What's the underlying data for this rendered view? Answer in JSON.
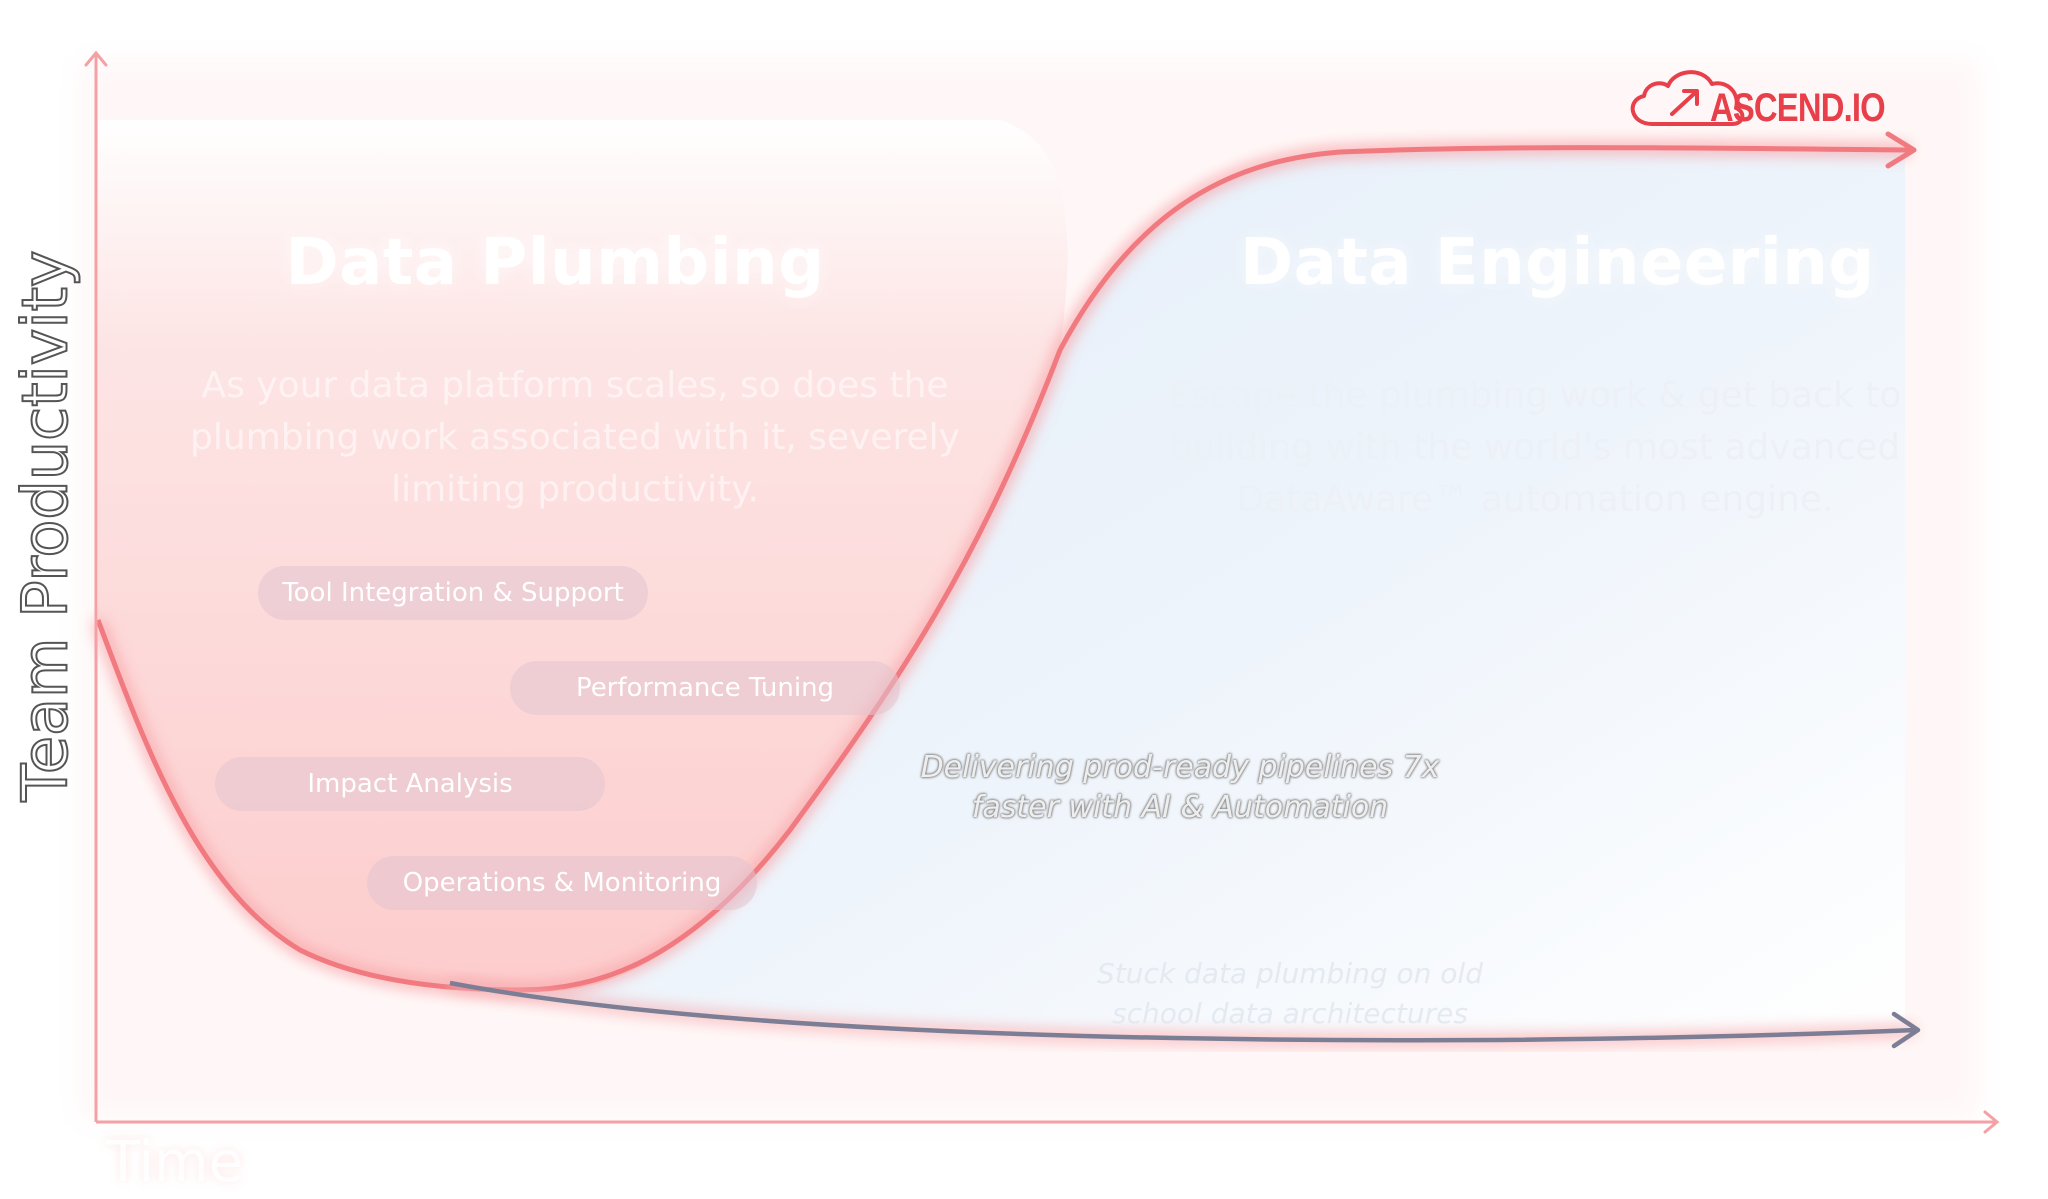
{
  "left_section": {
    "title": "Data Plumbing",
    "description": "As your data platform scales, so does the plumbing work associated with it, severely limiting productivity."
  },
  "right_section": {
    "title": "Data Engineering",
    "description": "Escape the plumbing work & get back to building with the world's most advanced DataAware™ automation engine."
  },
  "pills": [
    "Tool Integration & Support",
    "Performance Tuning",
    "Impact Analysis",
    "Operations & Monitoring"
  ],
  "callouts": {
    "delivering": "Delivering prod-ready pipelines 7x faster with AI & Automation",
    "stuck": "Stuck data plumbing on old school data architectures"
  },
  "axes": {
    "y_label": "Team Productivity",
    "x_label": "Time"
  },
  "logo": {
    "text": "ASCEND.IO"
  },
  "colors": {
    "accent_red": "#f07a80",
    "plumbing_fill": "#fdd4d4",
    "engineering_fill": "#e6f0fb",
    "old_school_line": "#7b7e95",
    "axis": "#f4a0a4",
    "logo": "#e8404a"
  }
}
